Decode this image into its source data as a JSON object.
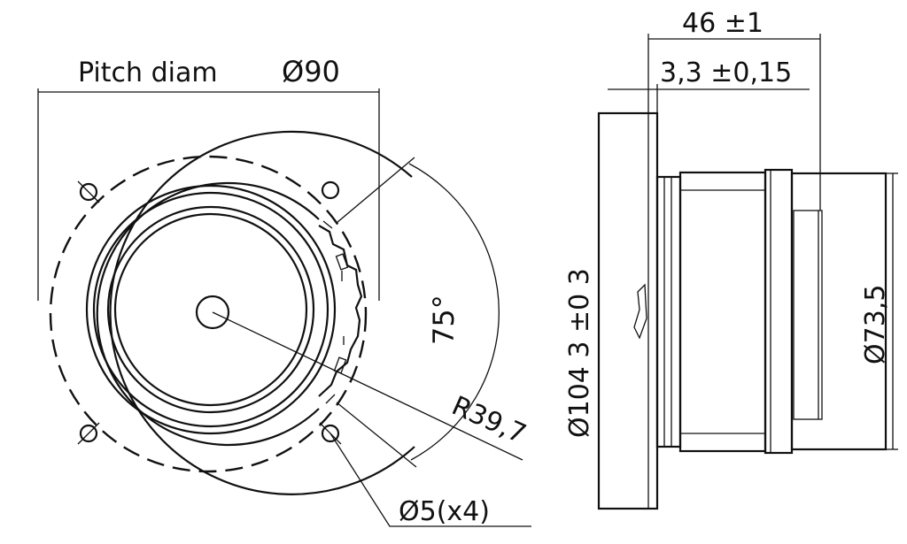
{
  "front_view": {
    "pitch_diam_label": "Pitch diam",
    "pitch_diam_value": "Ø90",
    "angle_label": "75°",
    "radius_label": "R39,7",
    "hole_label": "Ø5(x4)"
  },
  "side_view": {
    "overall_depth_label": "46 ±1",
    "flange_thickness_label": "3,3 ±0,15",
    "flange_diam_label": "Ø104 3 ±0 3",
    "body_diam_label": "Ø73,5"
  }
}
